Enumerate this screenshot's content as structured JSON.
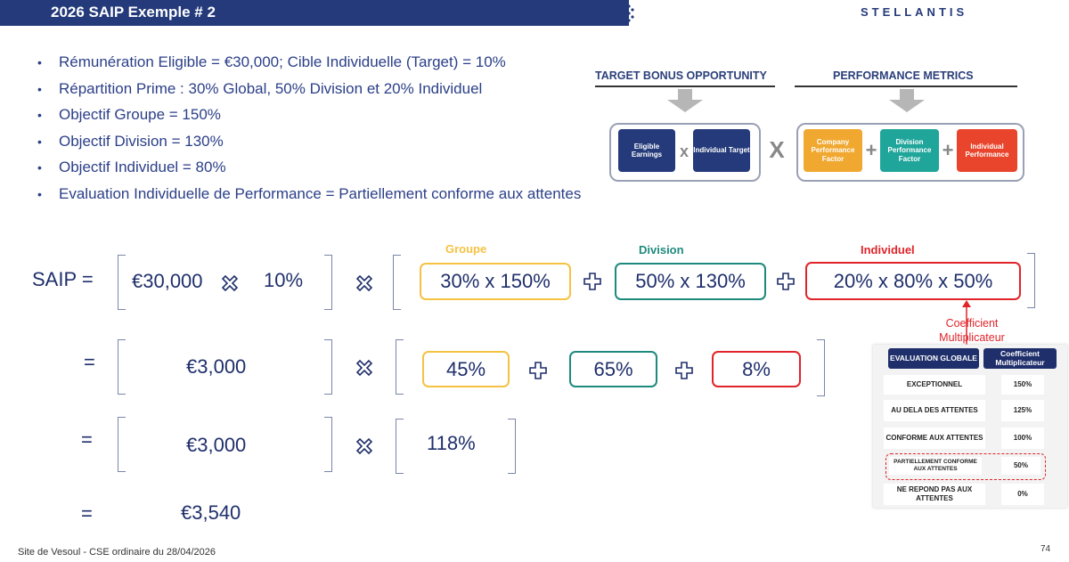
{
  "header": {
    "title": "2026 SAIP  Exemple # 2",
    "logo_text": "STELLANTIS"
  },
  "bullets": [
    "Rémunération Eligible = €30,000; Cible Individuelle (Target) = 10%",
    "Répartition Prime :  30% Global, 50% Division et 20% Individuel",
    "Objectif Groupe = 150%",
    "Objectif Division = 130%",
    "Objectif Individuel = 80%",
    "Evaluation Individuelle de Performance = Partiellement conforme aux attentes"
  ],
  "diagram": {
    "head_left": "TARGET BONUS OPPORTUNITY",
    "head_right": "PERFORMANCE METRICS",
    "eligible": "Eligible Earnings",
    "individual_target": "Individual Target",
    "company": "Company Performance Factor",
    "division": "Division Performance Factor",
    "individual_perf": "Individual Performance",
    "times_small": "x",
    "times_big": "X",
    "plus": "+",
    "colors": {
      "navy": "#243a7a",
      "orange": "#f0a830",
      "teal": "#1fa59a",
      "red": "#e8452c"
    }
  },
  "formula": {
    "saip_label": "SAIP =",
    "eligible_value": "€30,000",
    "target_value": "10%",
    "label_groupe": "Groupe",
    "label_division": "Division",
    "label_individuel": "Individuel",
    "row1": {
      "groupe": "30% x 150%",
      "division": "50% x 130%",
      "individuel": "20% x 80% x 50%"
    },
    "row2": {
      "eq": "=",
      "amount": "€3,000",
      "groupe": "45%",
      "division": "65%",
      "individuel": "8%"
    },
    "row3": {
      "eq": "=",
      "amount": "€3,000",
      "total": "118%"
    },
    "row4": {
      "eq": "=",
      "result": "€3,540"
    },
    "coefficient_note": "Coefficient Multiplicateur",
    "colors": {
      "groupe": "#f5c242",
      "division": "#1e8a7e",
      "individuel": "#e0242a"
    }
  },
  "table": {
    "head_left": "EVALUATION GLOBALE",
    "head_right": "Coefficient Multiplicateur",
    "rows": [
      {
        "label": "EXCEPTIONNEL",
        "value": "150%"
      },
      {
        "label": "AU DELA DES ATTENTES",
        "value": "125%"
      },
      {
        "label": "CONFORME AUX ATTENTES",
        "value": "100%"
      },
      {
        "label": "PARTIELLEMENT CONFORME AUX ATTENTES",
        "value": "50%"
      },
      {
        "label": "NE REPOND PAS AUX ATTENTES",
        "value": "0%"
      }
    ]
  },
  "footer": {
    "site": "Site de Vesoul - CSE ordinaire du 28/04/2026",
    "page": "74"
  }
}
